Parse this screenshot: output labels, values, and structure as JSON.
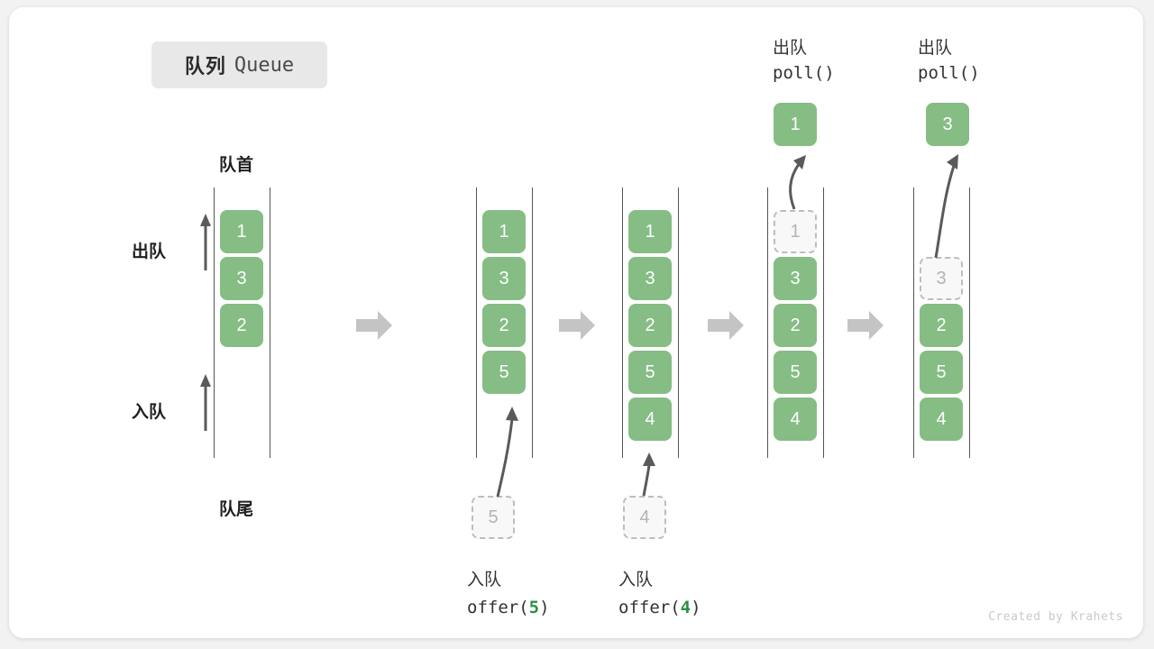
{
  "title": {
    "cn": "队列",
    "en": "Queue"
  },
  "watermark": "Created by Krahets",
  "labels": {
    "head": "队首",
    "tail": "队尾",
    "dequeue_side": "出队",
    "enqueue_side": "入队"
  },
  "colors": {
    "element_green": "#85bd85",
    "ghost_gray": "#b3b3b3",
    "rail_gray": "#555555",
    "block_arrow_gray": "#c4c4c4",
    "thin_arrow_gray": "#5a5a5a",
    "badge_bg": "#e8e8e8",
    "code_highlight_green": "#2f8f46"
  },
  "stages": [
    {
      "id": "initial",
      "name": "initial-queue",
      "slots": [
        {
          "value": "1",
          "state": "filled"
        },
        {
          "value": "3",
          "state": "filled"
        },
        {
          "value": "2",
          "state": "filled"
        }
      ]
    },
    {
      "id": "after-offer-5",
      "name": "queue-after-offer-5",
      "slots": [
        {
          "value": "1",
          "state": "filled"
        },
        {
          "value": "3",
          "state": "filled"
        },
        {
          "value": "2",
          "state": "filled"
        },
        {
          "value": "5",
          "state": "filled"
        }
      ],
      "op_cn": "入队",
      "op_code_prefix": "offer(",
      "op_code_value": "5",
      "op_code_suffix": ")",
      "incoming_value": "5"
    },
    {
      "id": "after-offer-4",
      "name": "queue-after-offer-4",
      "slots": [
        {
          "value": "1",
          "state": "filled"
        },
        {
          "value": "3",
          "state": "filled"
        },
        {
          "value": "2",
          "state": "filled"
        },
        {
          "value": "5",
          "state": "filled"
        },
        {
          "value": "4",
          "state": "filled"
        }
      ],
      "op_cn": "入队",
      "op_code_prefix": "offer(",
      "op_code_value": "4",
      "op_code_suffix": ")",
      "incoming_value": "4"
    },
    {
      "id": "after-poll-1",
      "name": "queue-after-poll-1",
      "slots": [
        {
          "value": "1",
          "state": "ghost"
        },
        {
          "value": "3",
          "state": "filled"
        },
        {
          "value": "2",
          "state": "filled"
        },
        {
          "value": "5",
          "state": "filled"
        },
        {
          "value": "4",
          "state": "filled"
        }
      ],
      "op_cn": "出队",
      "op_code_prefix": "poll(",
      "op_code_value": "",
      "op_code_suffix": ")",
      "outgoing_value": "1"
    },
    {
      "id": "after-poll-3",
      "name": "queue-after-poll-3",
      "slots": [
        {
          "value": "",
          "state": "empty"
        },
        {
          "value": "3",
          "state": "ghost"
        },
        {
          "value": "2",
          "state": "filled"
        },
        {
          "value": "5",
          "state": "filled"
        },
        {
          "value": "4",
          "state": "filled"
        }
      ],
      "op_cn": "出队",
      "op_code_prefix": "poll(",
      "op_code_value": "",
      "op_code_suffix": ")",
      "outgoing_value": "3"
    }
  ]
}
